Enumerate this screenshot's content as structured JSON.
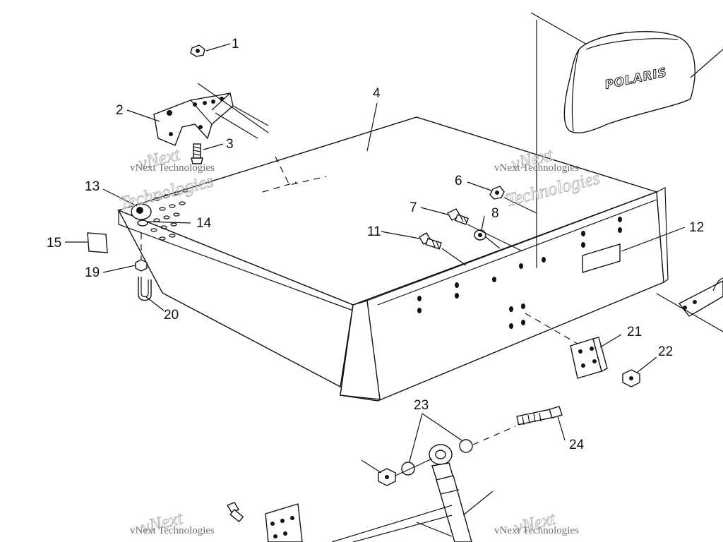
{
  "callouts": [
    "1",
    "2",
    "3",
    "4",
    "6",
    "7",
    "8",
    "11",
    "12",
    "13",
    "14",
    "15",
    "19",
    "20",
    "21",
    "22",
    "23",
    "24"
  ],
  "logo": {
    "text": "POLARIS"
  },
  "watermark": {
    "brand": "vNext",
    "brand2": "Technologies",
    "company": "vNext Technologies"
  },
  "colors": {
    "line": "#111111",
    "background": "#ffffff",
    "watermark": "#b9b9b9"
  }
}
